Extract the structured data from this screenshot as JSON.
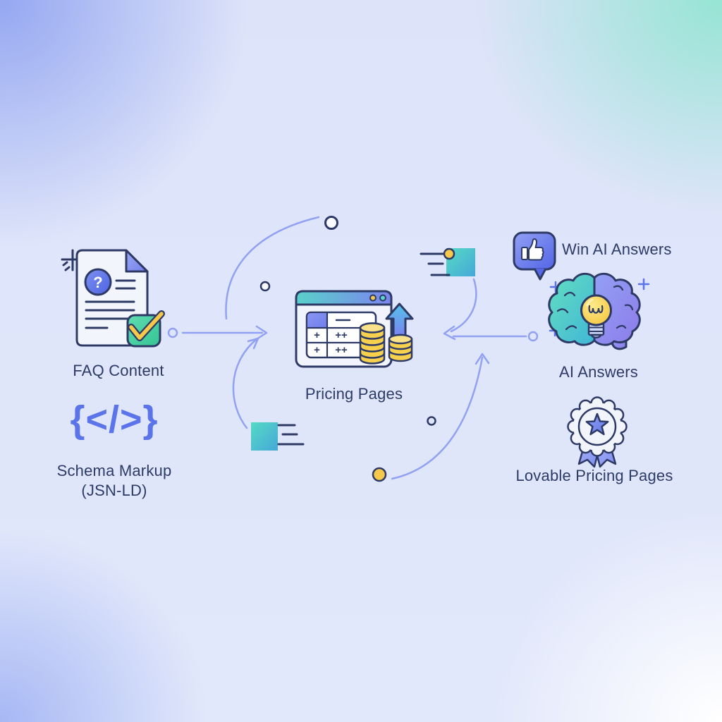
{
  "background": {
    "top_left_color": "#9db3f1",
    "top_right_color": "#a6e7da",
    "center_color": "#dfe5fa",
    "bottom_right_color": "#ffffff"
  },
  "colors": {
    "outline": "#2e3a66",
    "connector": "#92a2f2",
    "accent_blue": "#5b74ea",
    "teal": "#52d8c4",
    "yellow": "#f6c94a",
    "label_text": "#2c3a66"
  },
  "nodes": {
    "faq_content": {
      "label": "FAQ Content",
      "icon": "faq-document-check-icon",
      "question_mark": "?"
    },
    "schema_markup": {
      "label": "Schema Markup",
      "sublabel": "(JSN-LD)",
      "icon_glyph": "{</>}"
    },
    "pricing_pages": {
      "label": "Pricing Pages",
      "icon": "pricing-table-coins-growth-icon",
      "table_cells": {
        "r1c1": "+",
        "r1c2": "++",
        "r2c1": "+",
        "r2c2": "++"
      }
    },
    "win_ai_answers": {
      "label": "Win AI Answers",
      "icon": "thumbs-up-speech-bubble-icon"
    },
    "ai_answers": {
      "label": "AI Answers",
      "icon": "brain-lightbulb-icon"
    },
    "lovable_pricing_pages": {
      "label": "Lovable Pricing Pages",
      "icon": "award-ribbon-star-icon"
    }
  }
}
